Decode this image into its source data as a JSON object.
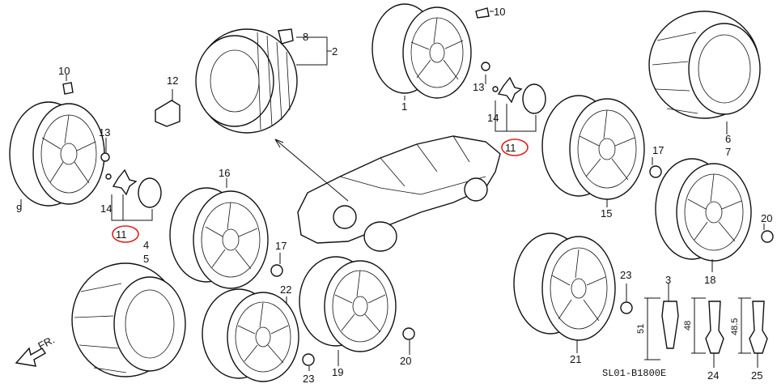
{
  "diagram": {
    "code": "SL01-B1800E",
    "front_arrow_label": "FR.",
    "labels": {
      "p1": "1",
      "p2": "2",
      "p3": "3",
      "p4": "4",
      "p5": "5",
      "p6": "6",
      "p7": "7",
      "p8": "8",
      "p9": "9",
      "p10a": "10",
      "p10b": "10",
      "p11a": "11",
      "p11b": "11",
      "p12": "12",
      "p13a": "13",
      "p13b": "13",
      "p14a": "14",
      "p14b": "14",
      "p15": "15",
      "p16": "16",
      "p17a": "17",
      "p17b": "17",
      "p18": "18",
      "p19": "19",
      "p20a": "20",
      "p20b": "20",
      "p21": "21",
      "p22": "22",
      "p23a": "23",
      "p23b": "23",
      "p24": "24",
      "p25": "25"
    },
    "dimensions": {
      "d3": "51",
      "d24": "48",
      "d25": "48.5"
    },
    "highlight_color": "#e0201b"
  }
}
